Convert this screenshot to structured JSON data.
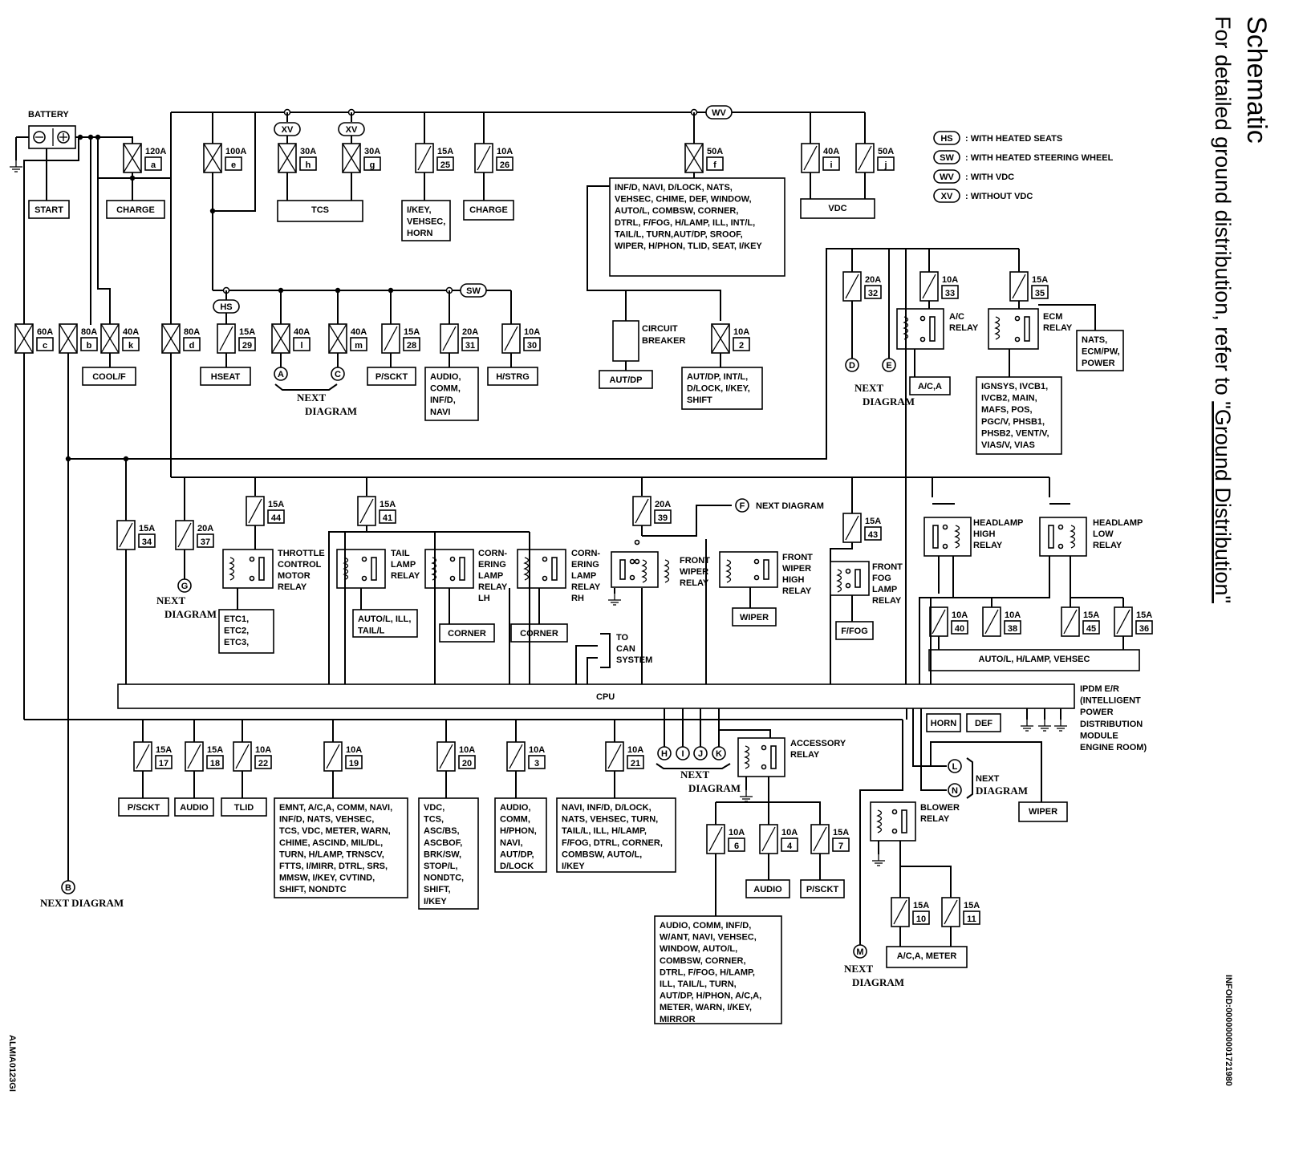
{
  "header": {
    "title": "Schematic",
    "subtitle": "For detailed ground distribution, refer to",
    "link": "\"Ground Distribution\"",
    "infoid": "INFOID:0000000001721980",
    "fig_id": "ALMIA0123GI"
  },
  "legend": [
    {
      "code": "HS",
      "text": ": WITH HEATED SEATS"
    },
    {
      "code": "SW",
      "text": ": WITH HEATED STEERING WHEEL"
    },
    {
      "code": "WV",
      "text": ": WITH VDC"
    },
    {
      "code": "XV",
      "text": ": WITHOUT VDC"
    }
  ],
  "common": {
    "next_diagram": "NEXT DIAGRAM",
    "next": "NEXT",
    "diagram": "DIAGRAM"
  },
  "battery": {
    "label": "BATTERY"
  },
  "fuses": [
    {
      "id": "a",
      "amp": "120A",
      "fusible": true
    },
    {
      "id": "e",
      "amp": "100A",
      "fusible": true
    },
    {
      "id": "h",
      "amp": "30A",
      "fusible": true
    },
    {
      "id": "g",
      "amp": "30A",
      "fusible": true
    },
    {
      "id": "25",
      "amp": "15A"
    },
    {
      "id": "26",
      "amp": "10A"
    },
    {
      "id": "f",
      "amp": "50A",
      "fusible": true
    },
    {
      "id": "i",
      "amp": "40A"
    },
    {
      "id": "j",
      "amp": "50A"
    },
    {
      "id": "c",
      "amp": "60A",
      "fusible": true
    },
    {
      "id": "b",
      "amp": "80A",
      "fusible": true
    },
    {
      "id": "k",
      "amp": "40A",
      "fusible": true
    },
    {
      "id": "d",
      "amp": "80A",
      "fusible": true
    },
    {
      "id": "29",
      "amp": "15A"
    },
    {
      "id": "l",
      "amp": "40A",
      "fusible": true
    },
    {
      "id": "m",
      "amp": "40A",
      "fusible": true
    },
    {
      "id": "28",
      "amp": "15A"
    },
    {
      "id": "31",
      "amp": "20A"
    },
    {
      "id": "30",
      "amp": "10A"
    },
    {
      "id": "2",
      "amp": "10A",
      "fusible": true
    },
    {
      "id": "32",
      "amp": "20A"
    },
    {
      "id": "33",
      "amp": "10A"
    },
    {
      "id": "35",
      "amp": "15A"
    },
    {
      "id": "34",
      "amp": "15A"
    },
    {
      "id": "37",
      "amp": "20A"
    },
    {
      "id": "44",
      "amp": "15A"
    },
    {
      "id": "41",
      "amp": "15A"
    },
    {
      "id": "39",
      "amp": "20A"
    },
    {
      "id": "43",
      "amp": "15A"
    },
    {
      "id": "40",
      "amp": "10A"
    },
    {
      "id": "38",
      "amp": "10A"
    },
    {
      "id": "45",
      "amp": "15A"
    },
    {
      "id": "36",
      "amp": "15A"
    },
    {
      "id": "17",
      "amp": "15A"
    },
    {
      "id": "18",
      "amp": "15A"
    },
    {
      "id": "22",
      "amp": "10A"
    },
    {
      "id": "19",
      "amp": "10A"
    },
    {
      "id": "20",
      "amp": "10A"
    },
    {
      "id": "3",
      "amp": "10A"
    },
    {
      "id": "21",
      "amp": "10A"
    },
    {
      "id": "6",
      "amp": "10A"
    },
    {
      "id": "4",
      "amp": "10A"
    },
    {
      "id": "7",
      "amp": "15A"
    },
    {
      "id": "10",
      "amp": "15A"
    },
    {
      "id": "11",
      "amp": "15A"
    }
  ],
  "loads": {
    "start": "START",
    "charge1": "CHARGE",
    "tcs": "TCS",
    "ikey": [
      "I/KEY,",
      "VEHSEC,",
      "HORN"
    ],
    "charge2": "CHARGE",
    "big_f": [
      "INF/D, NAVI, D/LOCK, NATS,",
      "VEHSEC, CHIME, DEF, WINDOW,",
      "AUTO/L, COMBSW, CORNER,",
      "DTRL, F/FOG, H/LAMP, ILL, INT/L,",
      "TAIL/L, TURN,AUT/DP, SROOF,",
      "WIPER, H/PHON, TLID, SEAT, I/KEY"
    ],
    "vdc": "VDC",
    "coolf": "COOL/F",
    "hseat": "HSEAT",
    "psckt1": "P/SCKT",
    "audio1": [
      "AUDIO,",
      "COMM,",
      "INF/D,",
      "NAVI"
    ],
    "hstrg": "H/STRG",
    "circuit_breaker": [
      "CIRCUIT",
      "BREAKER"
    ],
    "autdp": "AUT/DP",
    "autdp2": [
      "AUT/DP, INT/L,",
      "D/LOCK, I/KEY,",
      "SHIFT"
    ],
    "ac_relay": [
      "A/C",
      "RELAY"
    ],
    "ac_a": "A/C,A",
    "ecm_relay": [
      "ECM",
      "RELAY"
    ],
    "nats": [
      "NATS,",
      "ECM/PW,",
      "POWER"
    ],
    "ecm_loads": [
      "IGNSYS, IVCB1,",
      "IVCB2, MAIN,",
      "MAFS, POS,",
      "PGC/V, PHSB1,",
      "PHSB2, VENT/V,",
      "VIAS/V, VIAS"
    ],
    "throttle": [
      "THROTTLE",
      "CONTROL",
      "MOTOR",
      "RELAY"
    ],
    "etc": [
      "ETC1,",
      "ETC2,",
      "ETC3,"
    ],
    "tail": [
      "TAIL",
      "LAMP",
      "RELAY"
    ],
    "autol": [
      "AUTO/L, ILL,",
      "TAIL/L"
    ],
    "corner_lh": [
      "CORN-",
      "ERING",
      "LAMP",
      "RELAY",
      "LH"
    ],
    "corner_rh": [
      "CORN-",
      "ERING",
      "LAMP",
      "RELAY",
      "RH"
    ],
    "corner": "CORNER",
    "can": [
      "TO",
      "CAN",
      "SYSTEM"
    ],
    "front_wiper": [
      "FRONT",
      "WIPER",
      "RELAY"
    ],
    "front_wiper_high": [
      "FRONT",
      "WIPER",
      "HIGH",
      "RELAY"
    ],
    "wiper": "WIPER",
    "front_fog": [
      "FRONT",
      "FOG",
      "LAMP",
      "RELAY"
    ],
    "ffog": "F/FOG",
    "headlamp_high": [
      "HEADLAMP",
      "HIGH",
      "RELAY"
    ],
    "headlamp_low": [
      "HEADLAMP",
      "LOW",
      "RELAY"
    ],
    "autol_hlamp": "AUTO/L, H/LAMP, VEHSEC",
    "cpu": "CPU",
    "ipdm": [
      "IPDM E/R",
      "(INTELLIGENT",
      "POWER",
      "DISTRIBUTION",
      "MODULE",
      "ENGINE ROOM)"
    ],
    "horn": "HORN",
    "def": "DEF",
    "psckt2": "P/SCKT",
    "audio2": "AUDIO",
    "tlid": "TLID",
    "f19": [
      "EMNT, A/C,A, COMM, NAVI,",
      "INF/D, NATS, VEHSEC,",
      "TCS, VDC, METER, WARN,",
      "CHIME, ASCIND, MIL/DL,",
      "TURN, H/LAMP, TRNSCV,",
      "FTTS, I/MIRR, DTRL, SRS,",
      "MMSW, I/KEY, CVTIND,",
      "SHIFT, NONDTC"
    ],
    "f20": [
      "VDC,",
      "TCS,",
      "ASC/BS,",
      "ASCBOF,",
      "BRK/SW,",
      "STOP/L,",
      "NONDTC,",
      "SHIFT,",
      "I/KEY"
    ],
    "f3": [
      "AUDIO,",
      "COMM,",
      "H/PHON,",
      "NAVI,",
      "AUT/DP,",
      "D/LOCK"
    ],
    "f21": [
      "NAVI, INF/D, D/LOCK,",
      "NATS, VEHSEC, TURN,",
      "TAIL/L, ILL, H/LAMP,",
      "F/FOG, DTRL, CORNER,",
      "COMBSW, AUTO/L,",
      "I/KEY"
    ],
    "accessory": [
      "ACCESSORY",
      "RELAY"
    ],
    "audio3": "AUDIO",
    "psckt3": "P/SCKT",
    "f6": [
      "AUDIO, COMM, INF/D,",
      "W/ANT, NAVI, VEHSEC,",
      "WINDOW, AUTO/L,",
      "COMBSW, CORNER,",
      "DTRL, F/FOG, H/LAMP,",
      "ILL, TAIL/L, TURN,",
      "AUT/DP, H/PHON, A/C,A,",
      "METER, WARN, I/KEY,",
      "MIRROR"
    ],
    "blower": [
      "BLOWER",
      "RELAY"
    ],
    "wiper2": "WIPER",
    "acmeter": "A/C,A, METER"
  },
  "connectors": [
    "A",
    "C",
    "D",
    "E",
    "F",
    "G",
    "B",
    "H",
    "I",
    "J",
    "K",
    "L",
    "N",
    "M"
  ]
}
